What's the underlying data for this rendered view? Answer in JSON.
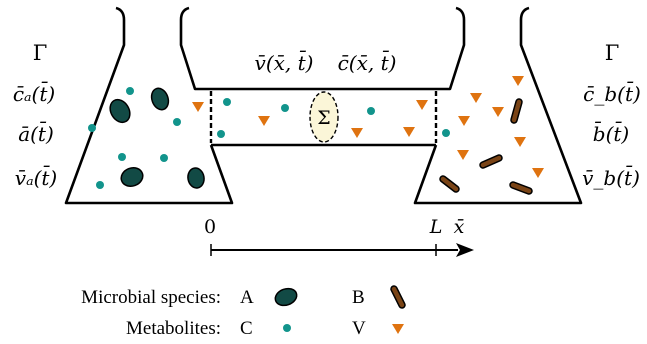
{
  "labels": {
    "gamma_left": "Γ",
    "gamma_right": "Γ",
    "ca": "c̄ₐ(t̄)",
    "a": "ā(t̄)",
    "va": "v̄ₐ(t̄)",
    "cb": "c̄_b(t̄)",
    "b": "b̄(t̄)",
    "vb": "v̄_b(t̄)",
    "v_channel": "v̄(x̄, t̄)",
    "c_channel": "c̄(x̄, t̄)",
    "sigma": "Σ",
    "axis_zero": "0",
    "axis_L": "L",
    "axis_x": "x̄"
  },
  "legend": {
    "microbial_label": "Microbial species:",
    "metabolites_label": "Metabolites:",
    "species_a": "A",
    "species_b": "B",
    "metabolite_c": "C",
    "metabolite_v": "V"
  },
  "colors": {
    "microbe_a": "#124a45",
    "microbe_b": "#7a4416",
    "metabolite_c": "#12948c",
    "metabolite_v": "#df7310",
    "sigma_fill": "#fbf6d8"
  }
}
